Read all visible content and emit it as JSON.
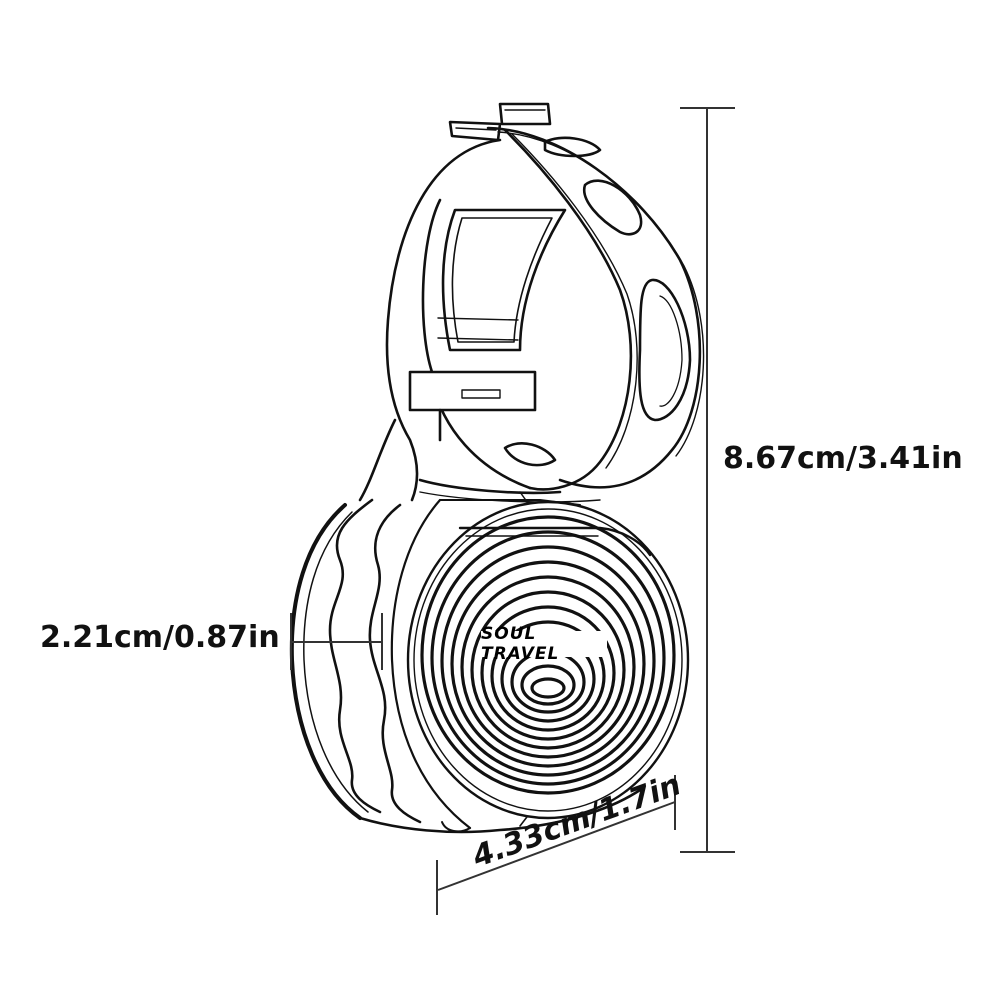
{
  "product": {
    "brand": "SOUL TRAVEL",
    "description": "Bicycle bell speaker with handlebar clamp mount — line drawing with dimensions"
  },
  "dimensions": {
    "height": {
      "label": "8.67cm/3.41in",
      "cm": 8.67,
      "in": 3.41,
      "orientation": "vertical"
    },
    "depth": {
      "label": "2.21cm/0.87in",
      "cm": 2.21,
      "in": 0.87,
      "orientation": "horizontal"
    },
    "width": {
      "label": "4.33cm/1.7in",
      "cm": 4.33,
      "in": 1.7,
      "orientation": "diagonal"
    }
  },
  "colors": {
    "background": "#ffffff",
    "line": "#111111",
    "dimension_line": "#333333"
  }
}
